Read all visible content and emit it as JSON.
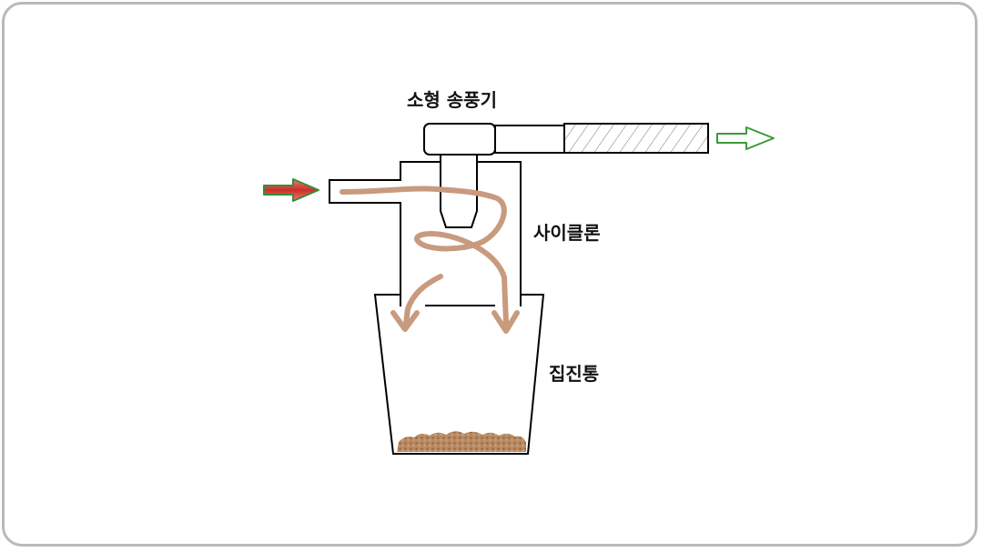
{
  "labels": {
    "blower": "소형 송풍기",
    "cyclone": "사이클론",
    "dust_bin": "집진통"
  },
  "colors": {
    "outline": "#000000",
    "flow_path": "#c89a7e",
    "dust": "#a9784f",
    "inlet_arrow_fill": "#e0504a",
    "inlet_arrow_stroke": "#3a8a3a",
    "outlet_arrow_stroke": "#3a9a3a",
    "frame_border": "#b9b9b9"
  },
  "icons": {
    "inlet": "inlet-arrow-icon",
    "outlet": "outlet-arrow-icon"
  }
}
